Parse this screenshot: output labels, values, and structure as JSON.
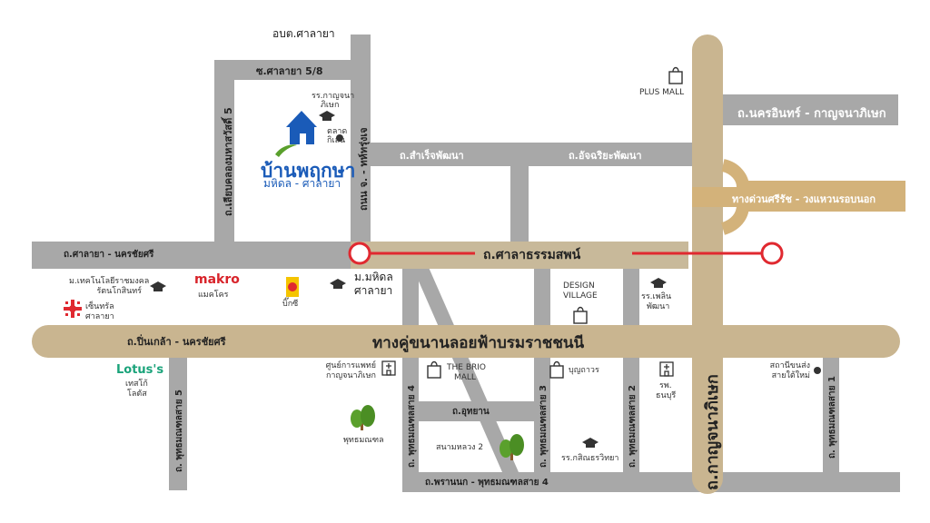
{
  "places": {
    "obt_salaya": "อบต.ศาลายา",
    "soi_salaya_58": "ซ.ศาลายา 5/8",
    "rr_kanchana_1": "รร.กาญจนา",
    "rr_kanchana_2": "ภิเษก",
    "talad_1": "ตลาด",
    "talad_2": "กิเลน",
    "brand_name": "บ้านพฤกษา",
    "brand_sub": "มหิดล - ศาลายา",
    "plus_mall": "PLUS MALL",
    "mahidol_1": "ม.มหิดล",
    "mahidol_2": "ศาลายา",
    "rmut_1": "ม.เทคโนโลยีราชมงคล",
    "rmut_2": "รัตนโกสินทร์",
    "central_1": "เซ็นทรัล",
    "central_2": "ศาลายา",
    "makro_logo": "makro",
    "makro_th": "แมคโคร",
    "bigc": "บิ๊กซี",
    "design_1": "DESIGN",
    "design_2": "VILLAGE",
    "rr_phoem_1": "รร.เพลิน",
    "rr_phoem_2": "พัฒนา",
    "lotus_logo": "Lotus's",
    "lotus_1": "เทสโก้",
    "lotus_2": "โลตัส",
    "hospital_1": "ศูนย์การแพทย์",
    "hospital_2": "กาญจนาภิเษก",
    "brio_1": "THE BRIO",
    "brio_2": "MALL",
    "bunthavorn": "บุญถาวร",
    "thonburi_1": "รพ.",
    "thonburi_2": "ธนบุรี",
    "bus_1": "สถานีขนส่ง",
    "bus_2": "สายใต้ใหม่",
    "buddhamonthon": "พุทธมณฑล",
    "sanam_luang": "สนามหลวง 2",
    "rr_satit": "รร.กสิณธรวิทยา"
  },
  "roads": {
    "salaya_58": "ซ.ศาลายา 5/8",
    "sieb_klong": "ถ.เลียบคลองมหาสวัสดิ์ 5",
    "kanchanarat": "ถนน จ. - ทห์ทรุ่งเจ",
    "samret": "ถ.สำเร็จพัฒนา",
    "atchariya": "ถ.อัจฉริยะพัฒนา",
    "nakhon_in": "ถ.นครอินทร์ - กาญจนาภิเษก",
    "expressway": "ทางด่วนศรีรัช - วงแหวนรอบนอก",
    "salaya_nakhon": "ถ.ศาลายา - นครชัยศรี",
    "salathammasop": "ถ.ศาลาธรรมสพน์",
    "pinklao": "ถ.ปิ่นเกล้า - นครชัยศรี",
    "boromratchachonnanee": "ทางคู่ขนานลอยฟ้าบรมราชชนนี",
    "utthayan": "ถ.อุทยาน",
    "phutthamonthon5": "ถ. พุทธมณฑลสาย 5",
    "phutthamonthon4": "ถ. พุทธมณฑลสาย 4",
    "phutthamonthon3": "ถ. พุทธมณฑลสาย 3",
    "phutthamonthon2": "ถ. พุทธมณฑลสาย 2",
    "phutthamonthon1": "ถ. พุทธมณฑลสาย 1",
    "kanchanaphisek": "ถ.กาญจนาภิเษก",
    "phranon": "ถ.พรานนก - พุทธมณฑลสาย 4"
  },
  "colors": {
    "road_gray": "#a8a8a8",
    "road_tan": "#c8b99a",
    "main_road_tan": "#c9b590",
    "expressway": "#d3b27a",
    "marker_red": "#e02930",
    "brand_blue": "#1a5bb8",
    "tree_green": "#5aa02c",
    "tree_trunk": "#8a5a2b"
  }
}
